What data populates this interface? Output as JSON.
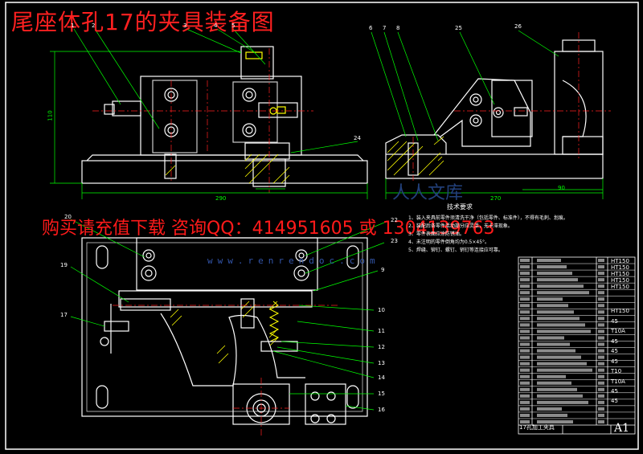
{
  "title": "尾座体孔17的夹具装备图",
  "promo_text": "购买请充值下载  咨询QQ：414951605 或 1304139763",
  "watermark": {
    "url": "www.renrendoc.com",
    "cn": "人人文库"
  },
  "technical_requirements": {
    "heading": "技术要求",
    "items": [
      "1、装入夹具前零件须清洗干净（包括零件、标准件），不得有毛刺、划痕。",
      "2、装配后各零件活动部分应灵活，无卡滞现象。",
      "3、零件表面应涂防锈油。",
      "4、未注明的零件倒角均为0.5×45°。",
      "5、焊缝、铆钉、螺钉、销钉等连接应可靠。"
    ]
  },
  "part_labels": {
    "top_view": [
      "1",
      "2",
      "3",
      "4",
      "5",
      "24"
    ],
    "side_view": [
      "6",
      "7",
      "8",
      "25",
      "26"
    ],
    "plan_view": [
      "20",
      "22",
      "23",
      "19",
      "9",
      "17",
      "10",
      "11",
      "12",
      "13",
      "14",
      "15",
      "16"
    ]
  },
  "dimensions": [
    "290",
    "270",
    "90",
    "110"
  ],
  "bom_materials": [
    "HT150",
    "HT150",
    "HT150",
    "HT150",
    "HT150",
    "HT150",
    "45",
    "T10A",
    "45",
    "45",
    "45",
    "T10",
    "T10A",
    "45",
    "45"
  ],
  "title_block": {
    "drawing_name": "17孔加工夹具",
    "sheet_size": "A1"
  },
  "colors": {
    "line": "#ffffff",
    "leader": "#00ff00",
    "accent": "#ff2020",
    "center": "#ff2020",
    "dimension": "#00ff00",
    "hatch": "#ffff00"
  }
}
